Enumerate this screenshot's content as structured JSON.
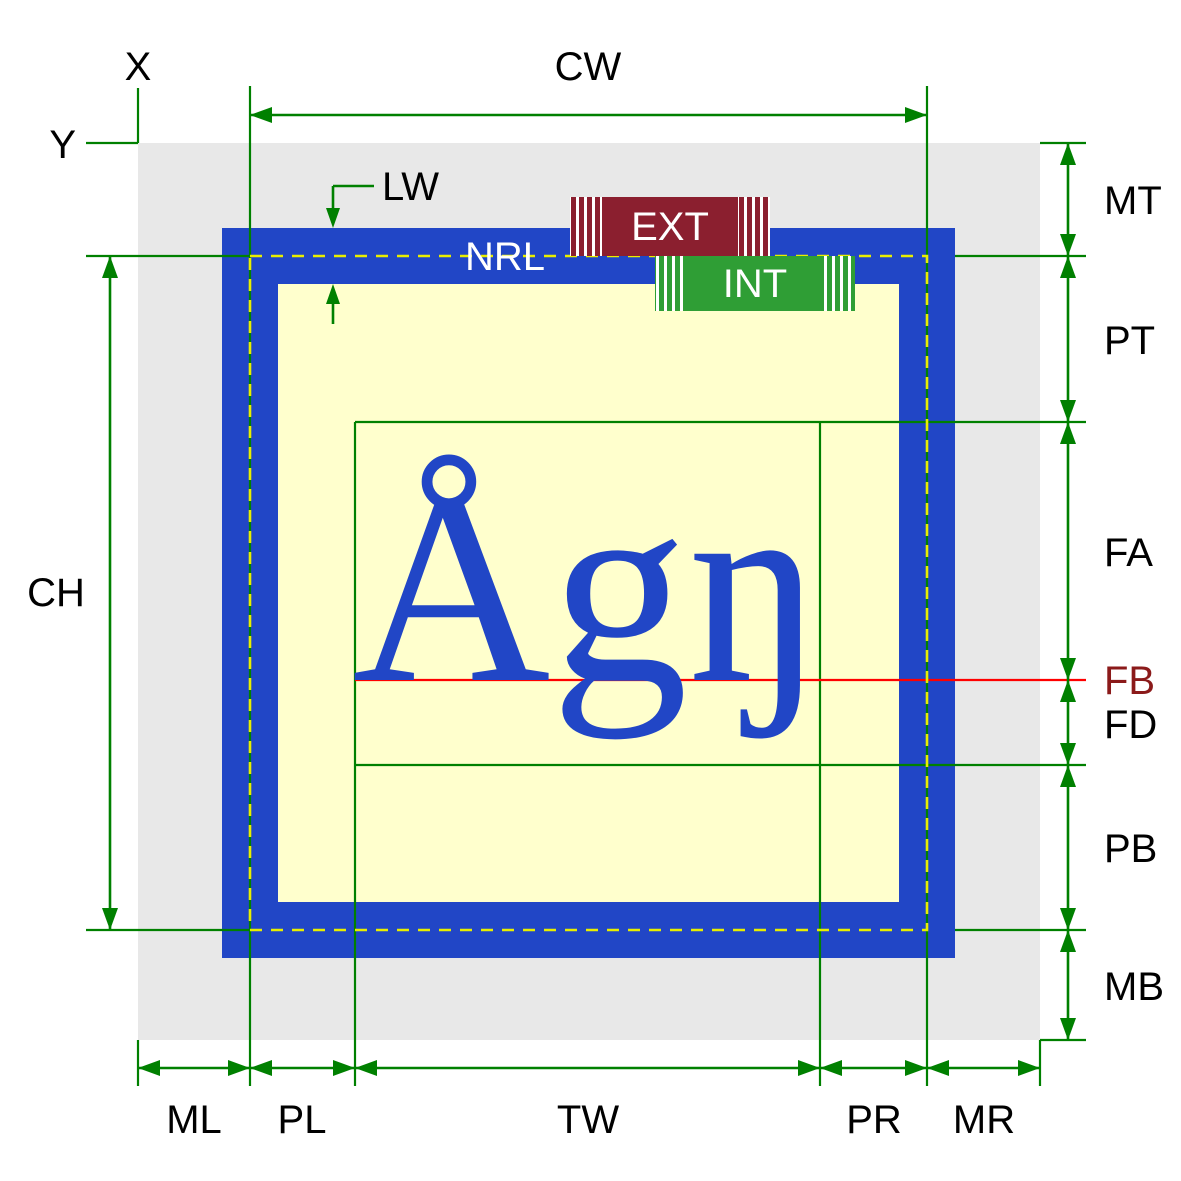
{
  "diagram": {
    "type": "widget-text-metrics-diagram",
    "glyph_sample": "Ågŋ",
    "labels": {
      "x": "X",
      "y": "Y",
      "cw": "CW",
      "ch": "CH",
      "lw": "LW",
      "nrl": "NRL",
      "ext": "EXT",
      "int": "INT",
      "mt": "MT",
      "pt": "PT",
      "fa": "FA",
      "fb": "FB",
      "fd": "FD",
      "pb": "PB",
      "mb": "MB",
      "ml": "ML",
      "pl": "PL",
      "tw": "TW",
      "pr": "PR",
      "mr": "MR"
    },
    "colors": {
      "margin_area": "#e8e8e8",
      "border_blue": "#2146c6",
      "padding_area": "#ffffcd",
      "dimension_green": "#008000",
      "nrl_dash_yellow": "#e8ee00",
      "ext_red": "#8b1f2f",
      "int_green": "#2f9e35",
      "baseline_red": "#ff0000",
      "fb_text": "#8b1a1a",
      "glyph_blue": "#2146c6"
    }
  }
}
